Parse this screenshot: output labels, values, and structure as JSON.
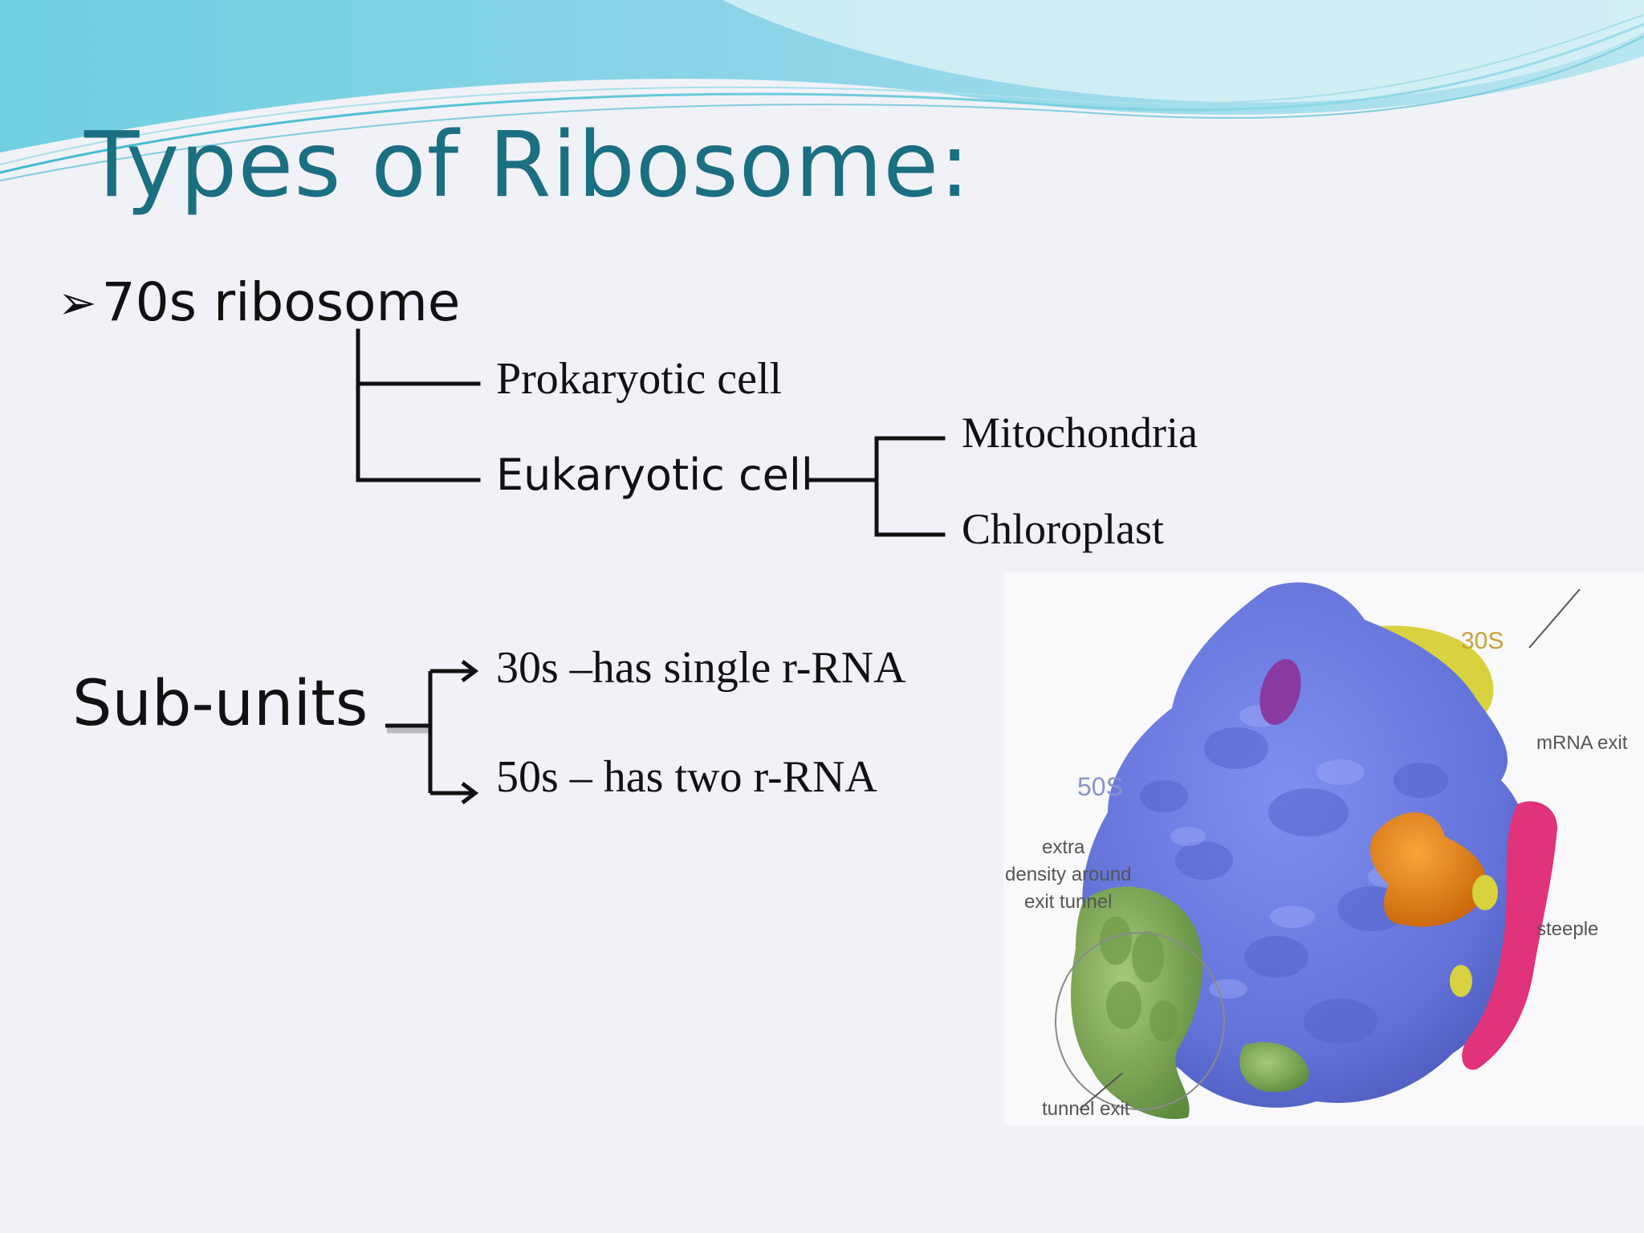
{
  "slide": {
    "title": "Types of Ribosome:",
    "bullet": {
      "marker": "➢",
      "label": "70s ribosome"
    },
    "tree": {
      "prokaryotic": "Prokaryotic cell",
      "eukaryotic": "Eukaryotic cell",
      "mitochondria": "Mitochondria",
      "chloroplast": "Chloroplast"
    },
    "subunits": {
      "label": "Sub-units",
      "s30": "30s –has single r-RNA",
      "s50": "50s – has two r-RNA"
    },
    "figure": {
      "label_30s": "30S",
      "label_50s": "50S",
      "label_mrna_exit": "mRNA exit",
      "label_extra_1": "extra",
      "label_extra_2": "density around",
      "label_extra_3": "exit tunnel",
      "label_steeple": "steeple",
      "label_tunnel_exit": "tunnel exit"
    }
  },
  "colors": {
    "title": "#1b6f82",
    "header_wave": "#5cc9dc",
    "ribosome_body": "#6a78d8",
    "ribosome_30s": "#d4cf3a",
    "ribosome_green": "#7fa84e",
    "ribosome_orange": "#e8860f",
    "ribosome_pink": "#e0337a",
    "ribosome_purple": "#8a3aa0"
  }
}
